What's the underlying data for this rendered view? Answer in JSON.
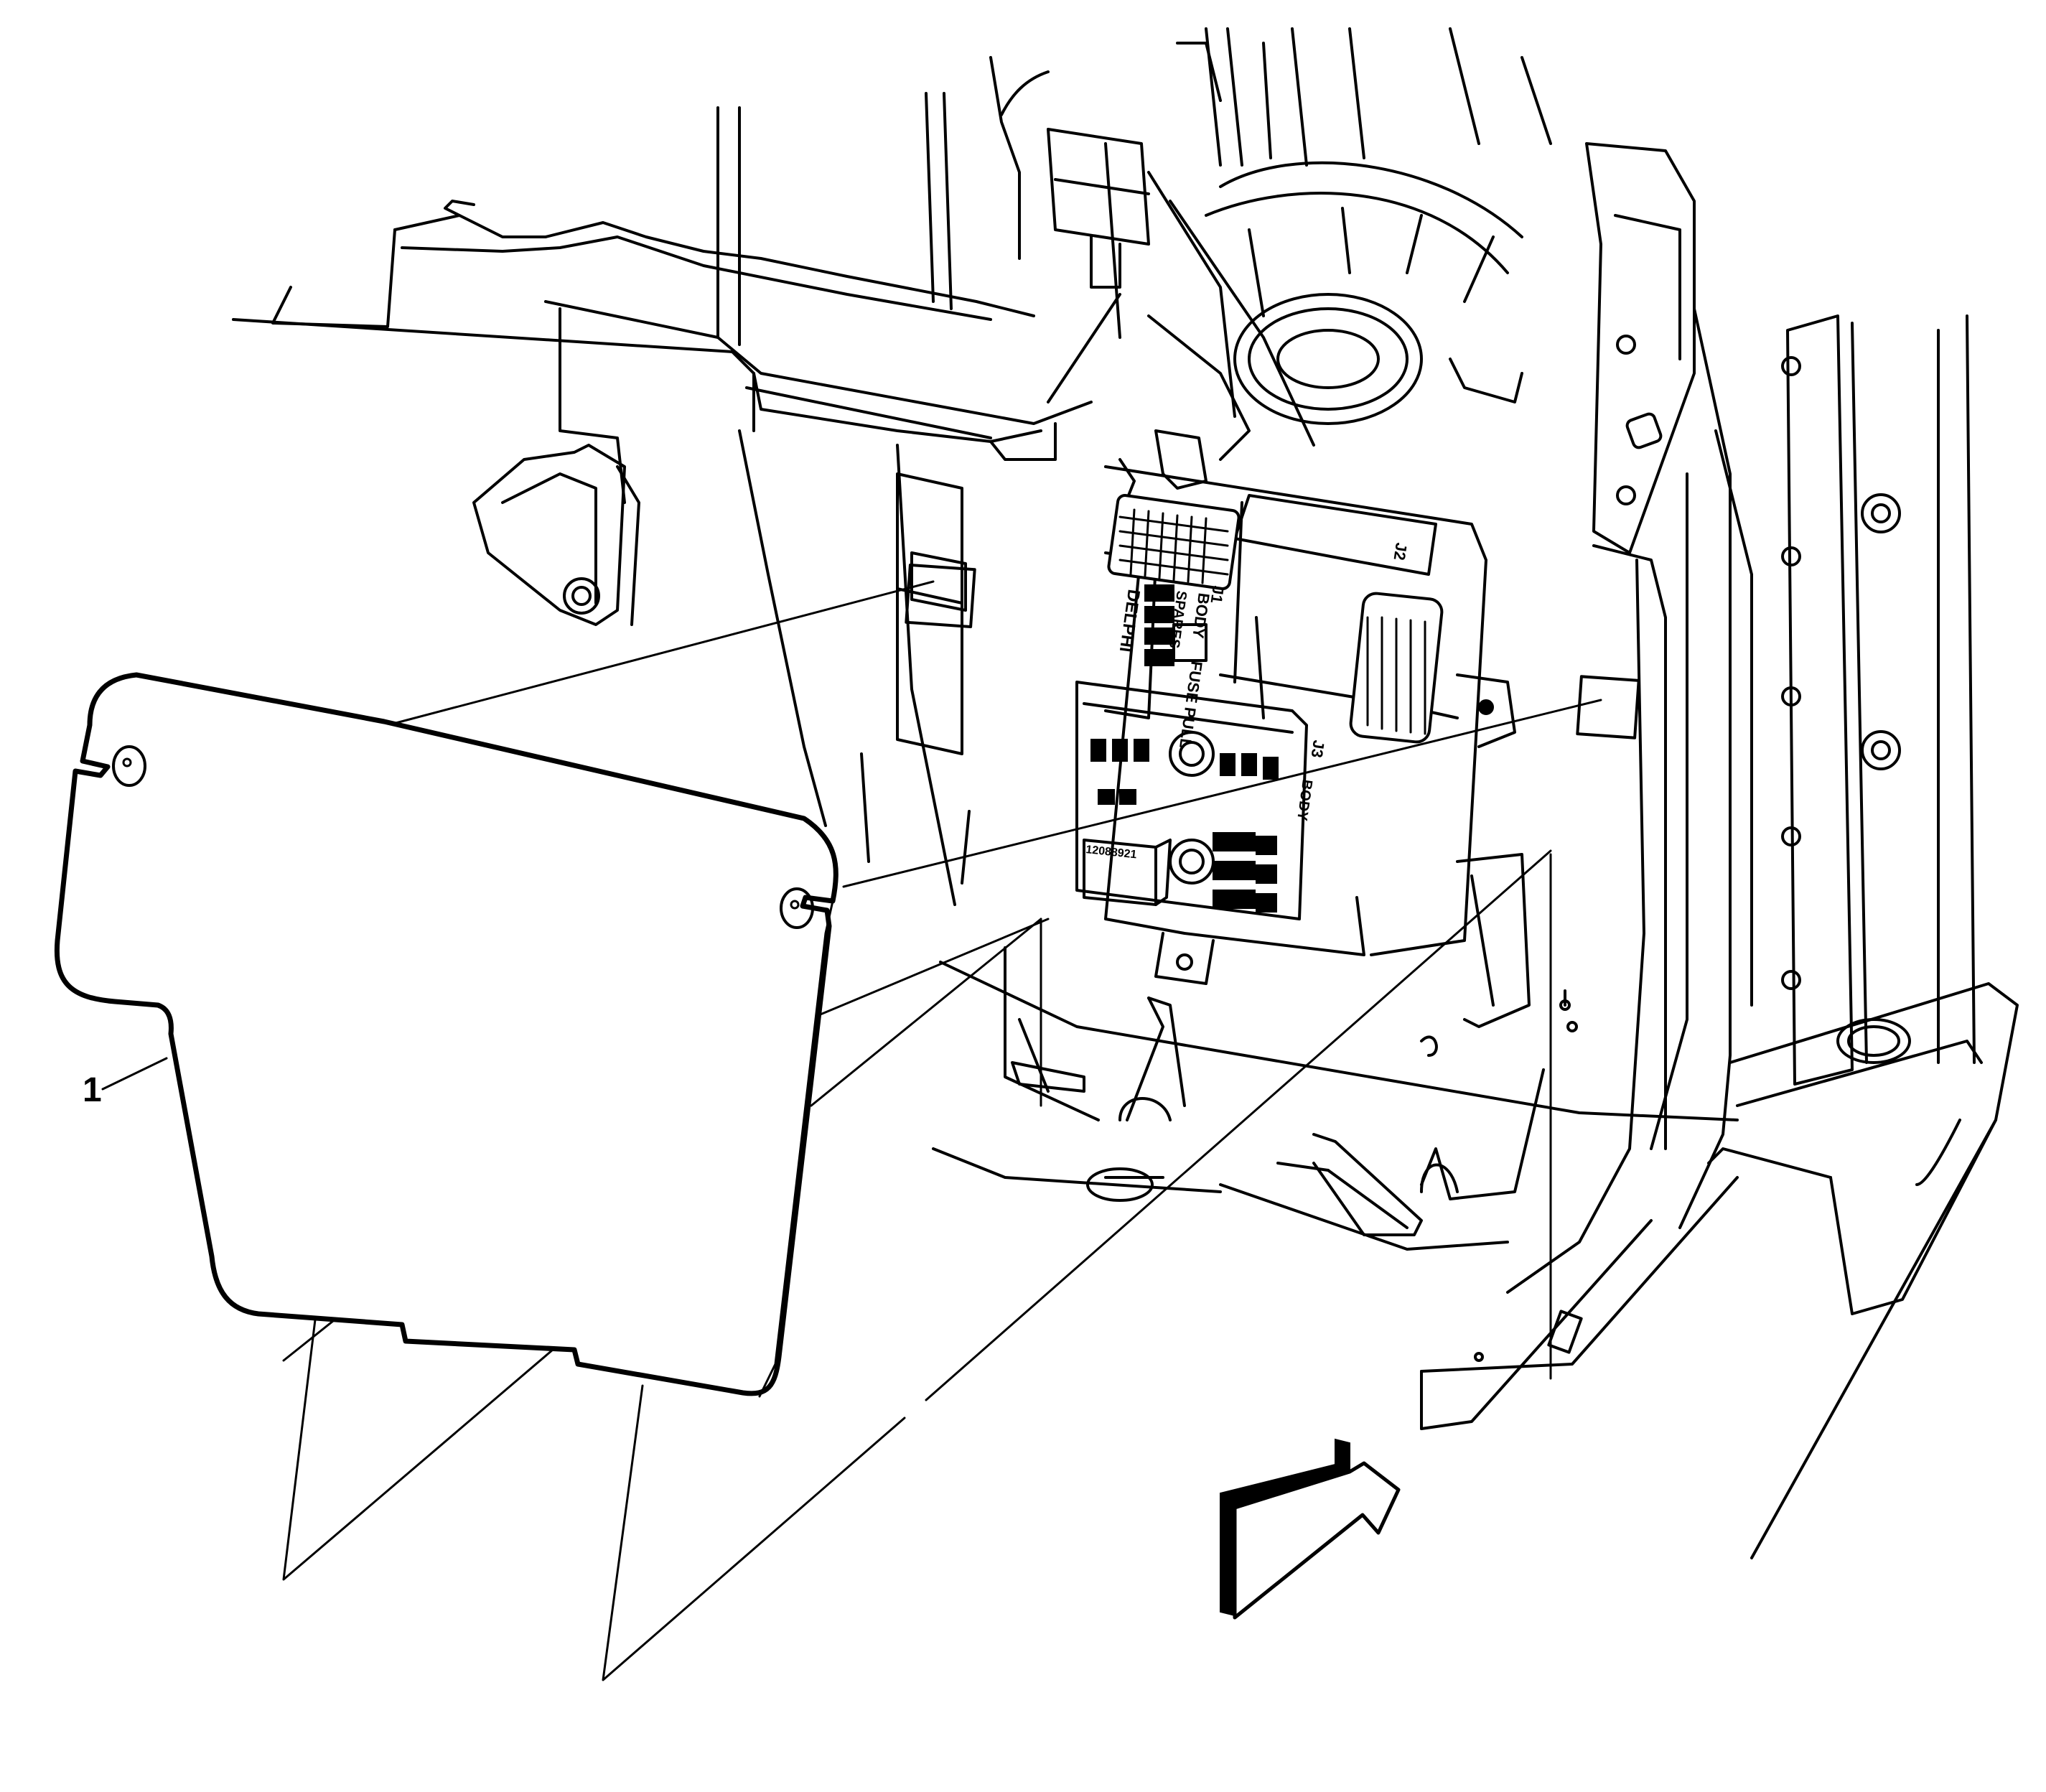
{
  "figure": {
    "type": "automotive service line illustration",
    "description": "Body control / fuse block access cover removal under instrument panel",
    "colors": {
      "line": "#000000",
      "background": "#ffffff"
    }
  },
  "callouts": [
    {
      "id": "1",
      "label": "1",
      "target": "fuse-block-access-cover"
    }
  ],
  "fuse_block_labels": {
    "j1": "J1",
    "j1_body": "BODY",
    "fuse_pull": "FUSE PULL",
    "spares": "SPARES",
    "brand": "DELPHI",
    "j2": "J2",
    "j3": "J3",
    "j3_body": "BODY",
    "relay_part_number": "12088921"
  },
  "icons": {
    "view_direction_arrow": "front-of-vehicle-arrow"
  }
}
